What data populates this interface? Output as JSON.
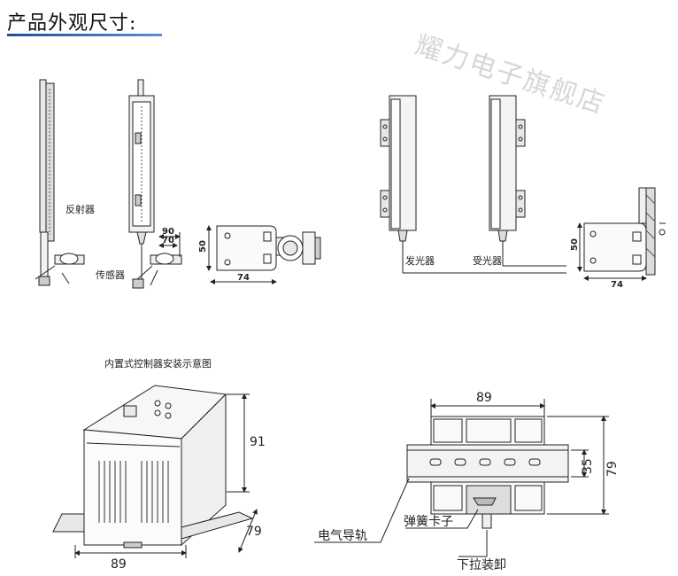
{
  "page": {
    "title": "产品外观尺寸:",
    "watermark": "耀力电子旗舰店"
  },
  "reflector_diagram": {
    "label_reflector": "反射器",
    "label_sensor": "传感器",
    "dim_90": "90",
    "dim_70": "70",
    "dim_50": "50",
    "dim_74": "74"
  },
  "emitter_diagram": {
    "label_emitter": "发光器",
    "label_receiver": "受光器",
    "dim_50": "50",
    "dim_74": "74"
  },
  "controller_box": {
    "caption": "内置式控制器安装示意图",
    "dim_height": "91",
    "dim_depth": "79",
    "dim_width": "89"
  },
  "din_rail": {
    "dim_width": "89",
    "dim_rail": "35",
    "dim_height": "79",
    "label_rail": "电气导轨",
    "label_clip": "弹簧卡子",
    "label_pull": "下拉装卸"
  }
}
